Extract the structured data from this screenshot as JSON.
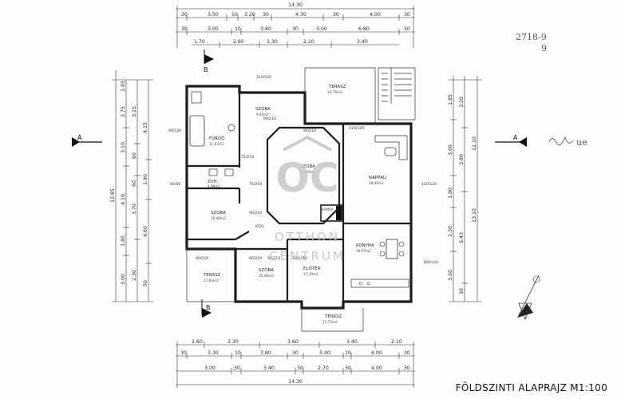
{
  "sheet_title": "FÖLDSZINTI ALAPRAJZ M1:100",
  "handwritten_ref": "2718-9",
  "handwritten_ref2": "9",
  "signature": "ue",
  "watermark": {
    "mark": "OC",
    "line1": "OTTHON",
    "line2": "CENTRUM"
  },
  "sections": [
    "A",
    "A",
    "B",
    "B"
  ],
  "rooms": [
    {
      "id": "terasz-top",
      "name": "TERASZ",
      "area": "14,76m2"
    },
    {
      "id": "szoba-1",
      "name": "SZOBA",
      "area": "9,40m2"
    },
    {
      "id": "furdo",
      "name": "FÜRDŐ",
      "area": "11,93m2"
    },
    {
      "id": "szoba-2",
      "name": "SZOBA",
      "area": "15,30m2"
    },
    {
      "id": "nappali",
      "name": "NAPPALI",
      "area": "28,40m2"
    },
    {
      "id": "zuh",
      "name": "ZUH.",
      "area": "4,96m2"
    },
    {
      "id": "szoba-3",
      "name": "SZOBA",
      "area": "16,40m2"
    },
    {
      "id": "kamra",
      "name": "KAMRA",
      "area": ""
    },
    {
      "id": "kozl",
      "name": "KÖZL.",
      "area": ""
    },
    {
      "id": "konyha",
      "name": "KONYHA",
      "area": "16,07m2"
    },
    {
      "id": "terasz-left",
      "name": "TERASZ",
      "area": "17,83m2"
    },
    {
      "id": "szoba-4",
      "name": "SZOBA",
      "area": "15,40m2"
    },
    {
      "id": "eloter",
      "name": "ELŐTÉR",
      "area": "11,30m2"
    },
    {
      "id": "terasz-bottom",
      "name": "TERASZ",
      "area": "11,72m2"
    }
  ],
  "dims_top": {
    "total": "14.30",
    "row1": [
      "30",
      "3.50",
      "10",
      "3.20",
      "30",
      "4.30",
      "30",
      "4.00",
      "30"
    ],
    "row2": [
      "30",
      "3.00",
      "10",
      "3.80",
      "30",
      "3.00",
      "6.80",
      "30"
    ],
    "row3": [
      "1.70",
      "2.60",
      "1.30",
      "2.10",
      "3.40"
    ]
  },
  "dims_bottom": {
    "total": "14.30",
    "row1": [
      "1.60",
      "3.30",
      "3.60",
      "3.40",
      "2.10"
    ],
    "row2": [
      "30",
      "3.30",
      "10",
      "3.80",
      "30",
      "3.40",
      "10",
      "4.00",
      "30"
    ],
    "row3": [
      "3.00",
      "30",
      "3.40",
      "30",
      "2.70",
      "30",
      "4.00",
      "30"
    ]
  },
  "dims_left": {
    "total": "12.85",
    "col1": [
      "1.85",
      "2.75",
      "3.10",
      "4.10",
      "1.80",
      "3.00"
    ],
    "col2": [
      "3.15",
      "60",
      "60",
      "3.70",
      "2.30"
    ],
    "col3": [
      "4.15",
      "1.90",
      "4.60",
      "50"
    ]
  },
  "dims_right": {
    "total": "12.10",
    "col1": [
      "1.85",
      "3.00",
      "1.90",
      "2.30",
      "3.20"
    ],
    "col2": [
      "3.20",
      "3.80",
      "5.43",
      "30"
    ],
    "col3": [
      "13.10"
    ]
  },
  "openings": [
    "90/120",
    "90/210",
    "75/210",
    "120/120",
    "150/120",
    "60/60",
    "75/210",
    "90/210",
    "180/120",
    "90/210",
    "90/210",
    "120/120",
    "90/210",
    "90/210",
    "100/210"
  ]
}
